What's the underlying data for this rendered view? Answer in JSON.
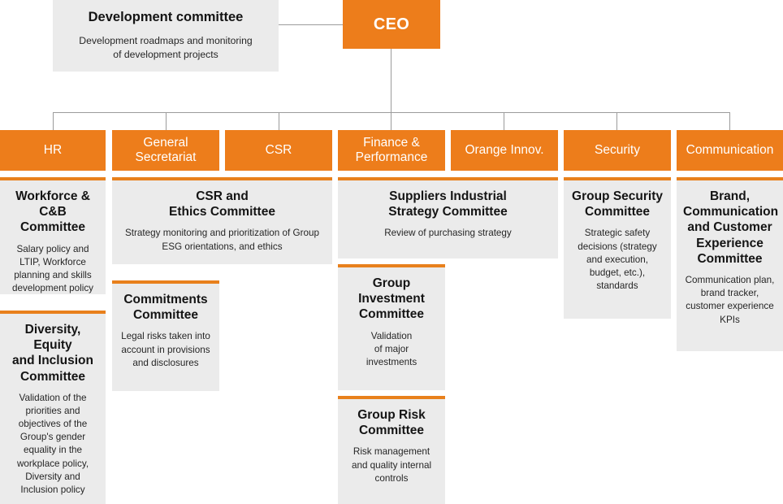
{
  "theme": {
    "orange": "#ED7D1B",
    "card_rule": "#E8801C",
    "card_bg": "#EBEBEB",
    "line": "#9b9b9b",
    "text_dark": "#141414",
    "text_on_orange": "#ffffff"
  },
  "root": {
    "label": "CEO"
  },
  "advisory": {
    "title": "Development committee",
    "desc": "Development roadmaps and monitoring\nof development projects"
  },
  "departments": [
    {
      "id": "hr",
      "label": "HR"
    },
    {
      "id": "general-secretariat",
      "label": "General\nSecretariat"
    },
    {
      "id": "csr",
      "label": "CSR"
    },
    {
      "id": "finance-performance",
      "label": "Finance &\nPerformance"
    },
    {
      "id": "orange-innov",
      "label": "Orange Innov."
    },
    {
      "id": "security",
      "label": "Security"
    },
    {
      "id": "communication",
      "label": "Communication"
    }
  ],
  "committees": [
    {
      "id": "workforce-cb",
      "title": "Workforce &\nC&B Committee",
      "desc": "Salary policy and\nLTIP, Workforce\nplanning and skills\ndevelopment policy"
    },
    {
      "id": "diversity-equity-inclusion",
      "title": "Diversity, Equity\nand Inclusion\nCommittee",
      "desc": "Validation of the\npriorities and\nobjectives of the\nGroup's gender\nequality in the\nworkplace policy,\nDiversity and\nInclusion policy"
    },
    {
      "id": "csr-ethics",
      "title": "CSR and\nEthics Committee",
      "desc": "Strategy monitoring and prioritization of Group\nESG orientations, and ethics"
    },
    {
      "id": "commitments",
      "title": "Commitments\nCommittee",
      "desc": "Legal risks taken into\naccount in provisions\nand disclosures"
    },
    {
      "id": "suppliers-industrial-strategy",
      "title": "Suppliers Industrial\nStrategy Committee",
      "desc": "Review of purchasing strategy"
    },
    {
      "id": "group-investment",
      "title": "Group\nInvestment\nCommittee",
      "desc": "Validation\nof major\ninvestments"
    },
    {
      "id": "group-risk",
      "title": "Group Risk\nCommittee",
      "desc": "Risk management\nand quality internal\ncontrols"
    },
    {
      "id": "group-security",
      "title": "Group Security\nCommittee",
      "desc": "Strategic safety\ndecisions (strategy\nand execution,\nbudget, etc.),\nstandards"
    },
    {
      "id": "brand-communication-cx",
      "title": "Brand,\nCommunication\nand Customer\nExperience\nCommittee",
      "desc": "Communication plan,\nbrand tracker,\ncustomer experience\nKPIs"
    }
  ]
}
